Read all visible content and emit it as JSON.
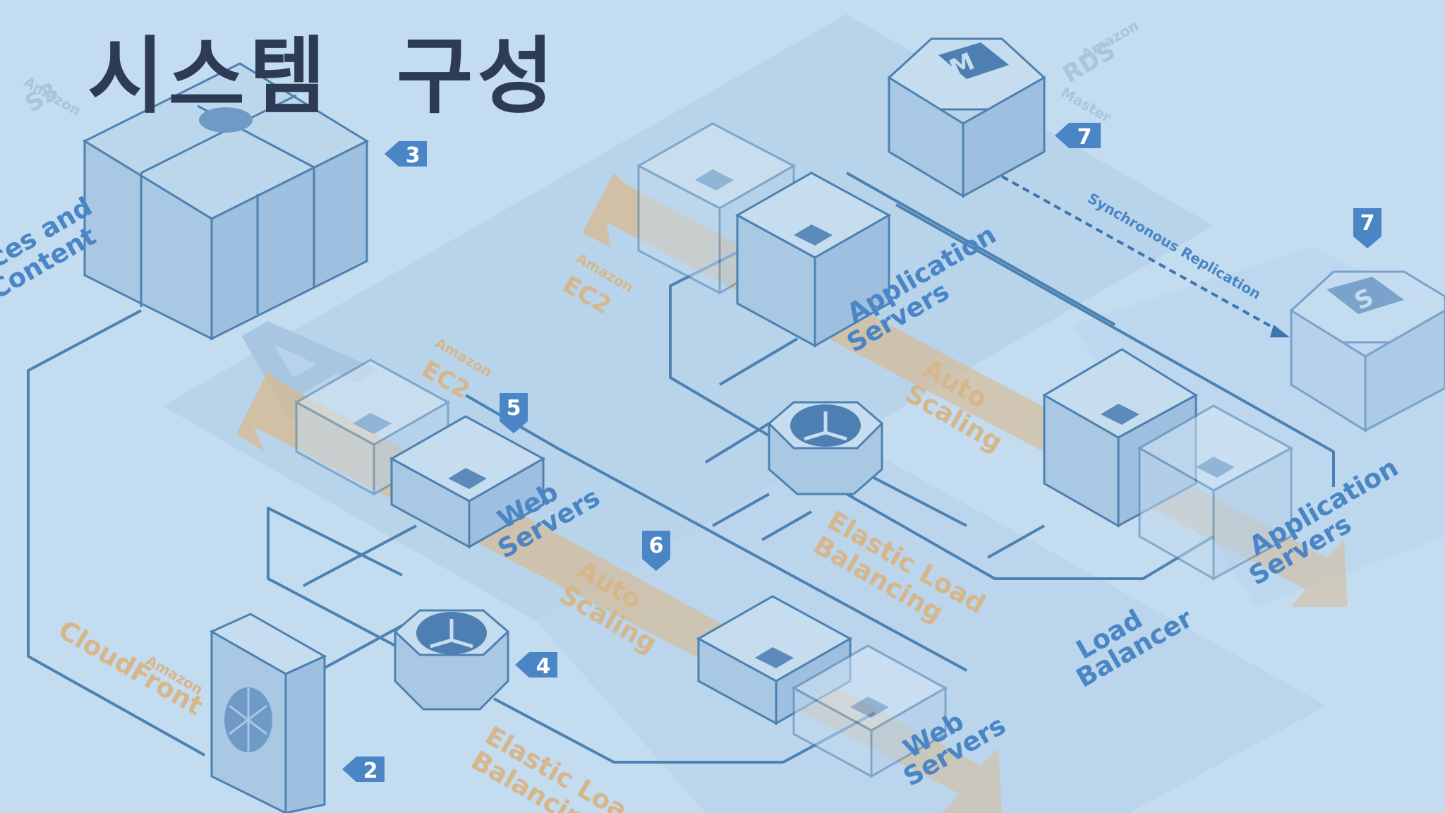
{
  "slide": {
    "title": "시스템  구성"
  },
  "diagram": {
    "big_watermark": "A",
    "labels": {
      "s3_vendor": "Amazon",
      "s3_name": "S3",
      "resources_line1": "ces and",
      "resources_line2": "Content",
      "rds_vendor": "Amazon",
      "rds_name": "RDS",
      "rds_role": "Master",
      "ec2_top_vendor": "Amazon",
      "ec2_top_name": "EC2",
      "ec2_left_vendor": "Amazon",
      "ec2_left_name": "EC2",
      "app_servers_line1": "Application",
      "app_servers_line2": "Servers",
      "app_servers2_line1": "Application",
      "app_servers2_line2": "Servers",
      "web_servers_line1": "Web",
      "web_servers_line2": "Servers",
      "web_servers2_line1": "Web",
      "web_servers2_line2": "Servers",
      "auto_scaling_1_line1": "Auto",
      "auto_scaling_1_line2": "Scaling",
      "auto_scaling_2_line1": "Auto",
      "auto_scaling_2_line2": "Scaling",
      "elb_1_line1": "Elastic Load",
      "elb_1_line2": "Balancing",
      "elb_2_line1": "Elastic Loa",
      "elb_2_line2": "Balancing",
      "load_balancer_line1": "Load",
      "load_balancer_line2": "Balancer",
      "cloudfront_vendor": "Amazon",
      "cloudfront_name": "CloudFront",
      "sync_replication": "Synchronous Replication",
      "rds_master_icon_letter": "M",
      "rds_slave_icon_letter": "S"
    },
    "badges": {
      "s3": "3",
      "rds_master": "7",
      "rds_slave": "7",
      "web_tier": "5",
      "web_scaling": "6",
      "elb_web": "4",
      "cloudfront": "2"
    }
  }
}
